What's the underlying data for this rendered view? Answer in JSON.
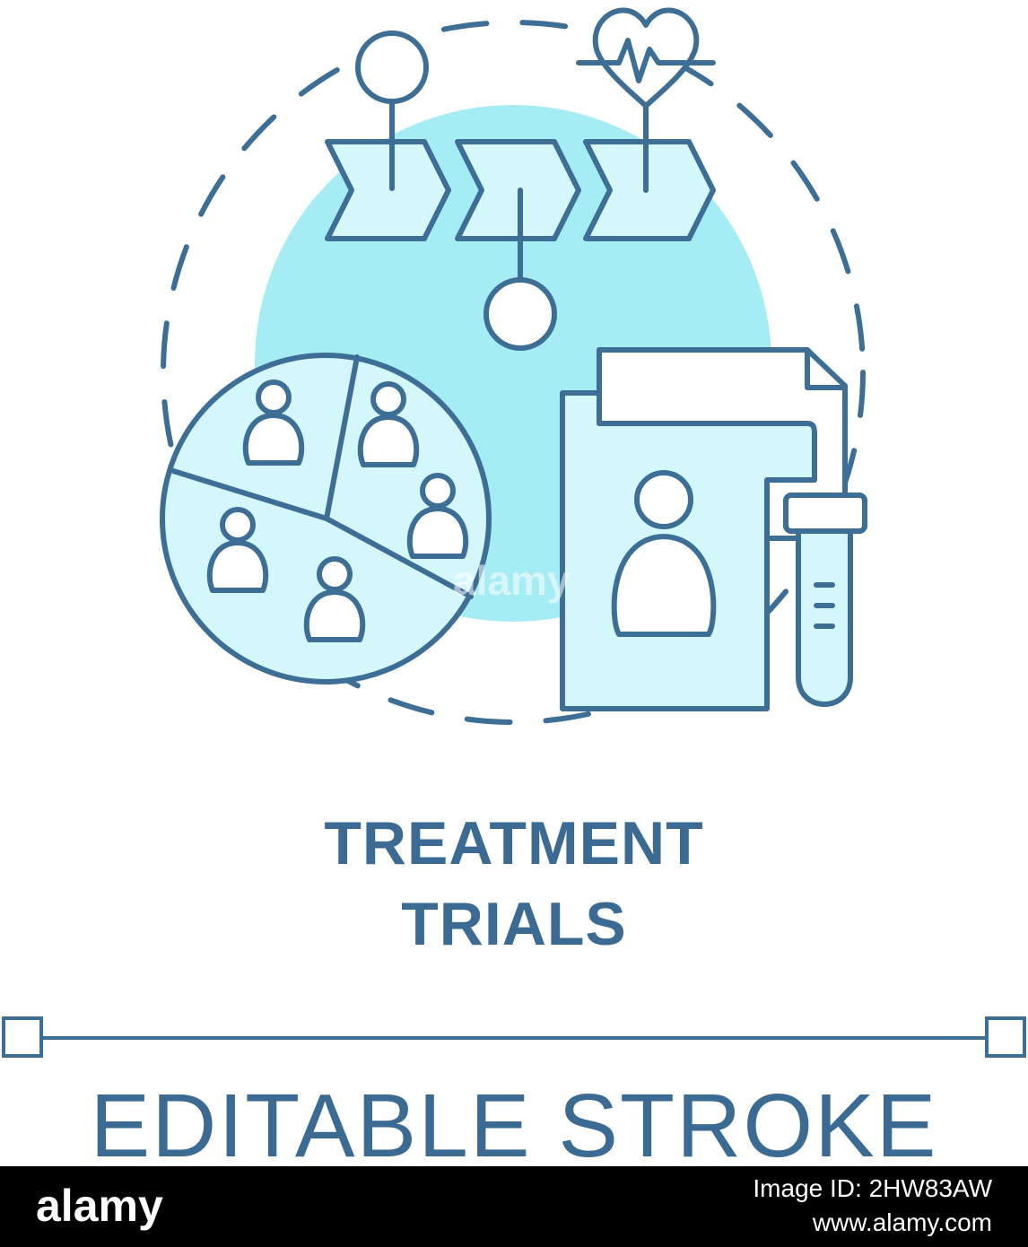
{
  "colors": {
    "stroke": "#3d6e95",
    "fill_light": "#a5ecf4",
    "fill_pale": "#d4f7fb",
    "text": "#3b6b93",
    "background": "#ffffff",
    "footer_bg": "#000000",
    "footer_text": "#ffffff"
  },
  "icons": {
    "main": "treatment-trials-icon",
    "timeline": "arrow-timeline-icon",
    "heartbeat": "heartbeat-icon",
    "pie": "patient-groups-pie-icon",
    "folder": "patient-file-icon",
    "tube": "test-tube-icon"
  },
  "title": {
    "line1": "TREATMENT",
    "line2": "TRIALS"
  },
  "caption": "EDITABLE STROKE",
  "watermark": "alamy",
  "footer": {
    "logo": "alamy",
    "image_id": "Image ID: 2HW83AW",
    "site": "www.alamy.com"
  }
}
